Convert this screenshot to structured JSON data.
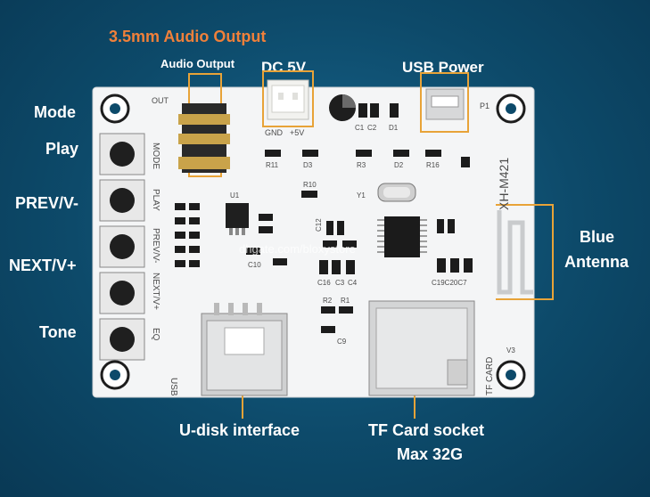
{
  "title": "3.5mm Audio Output",
  "labels": {
    "audio_output": "Audio Output",
    "dc5v": "DC 5V",
    "usb_power": "USB Power",
    "mode": "Mode",
    "play": "Play",
    "prev": "PREV/V-",
    "next": "NEXT/V+",
    "tone": "Tone",
    "blue_antenna_1": "Blue",
    "blue_antenna_2": "Antenna",
    "udisk": "U-disk interface",
    "tf_1": "TF Card socket",
    "tf_2": "Max 32G"
  },
  "silkscreen": {
    "model": "XH-M421",
    "out": "OUT",
    "gnd": "GND",
    "plus5v": "+5V",
    "p1": "P1",
    "usb": "USB",
    "tf_card": "TF CARD",
    "v3": "V3",
    "btn_mode": "MODE",
    "btn_play": "PLAY",
    "btn_prevv": "PREV/V-",
    "btn_nextv": "NEXT/V+",
    "btn_eq": "EQ",
    "r11": "R11",
    "d3": "D3",
    "r3": "R3",
    "d2": "D2",
    "r16": "R16",
    "r10": "R10",
    "u1": "U1",
    "y1": "Y1",
    "c1": "C1",
    "c2": "C2",
    "d1": "D1",
    "c10": "C10",
    "c12": "C12",
    "c16": "C16",
    "c3": "C3",
    "c4": "C4",
    "c19": "C19C20C7",
    "r2": "R2",
    "r1": "R1",
    "c9": "C9"
  },
  "watermark": "dhgate.com/bloxystore",
  "colors": {
    "background": "#0d4a6a",
    "board": "#f4f5f6",
    "label_text": "#ffffff",
    "title_text": "#f0803a",
    "callout_line": "#e8a338"
  }
}
